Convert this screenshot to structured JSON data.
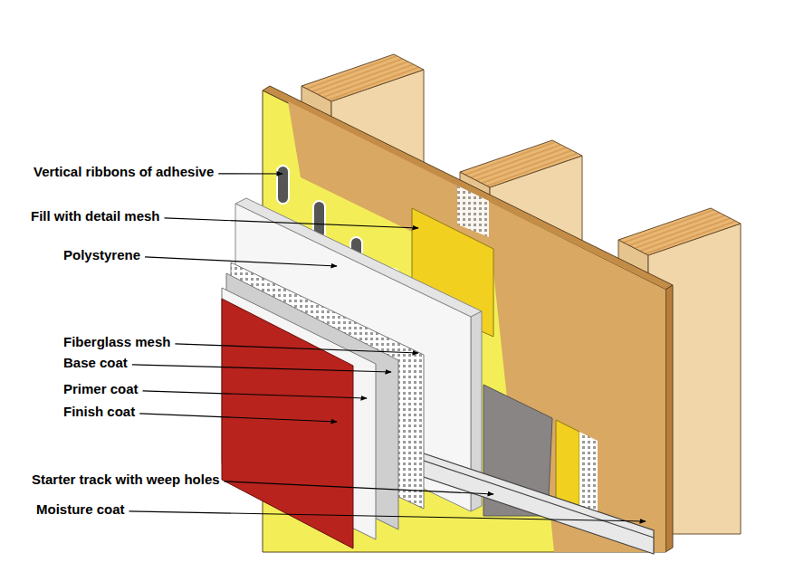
{
  "diagram": {
    "labels": [
      "Vertical ribbons of adhesive",
      "Fill with detail mesh",
      "Polystyrene",
      "Fiberglass mesh",
      "Base coat",
      "Primer coat",
      "Finish coat",
      "Starter track with weep holes",
      "Moisture coat"
    ]
  }
}
